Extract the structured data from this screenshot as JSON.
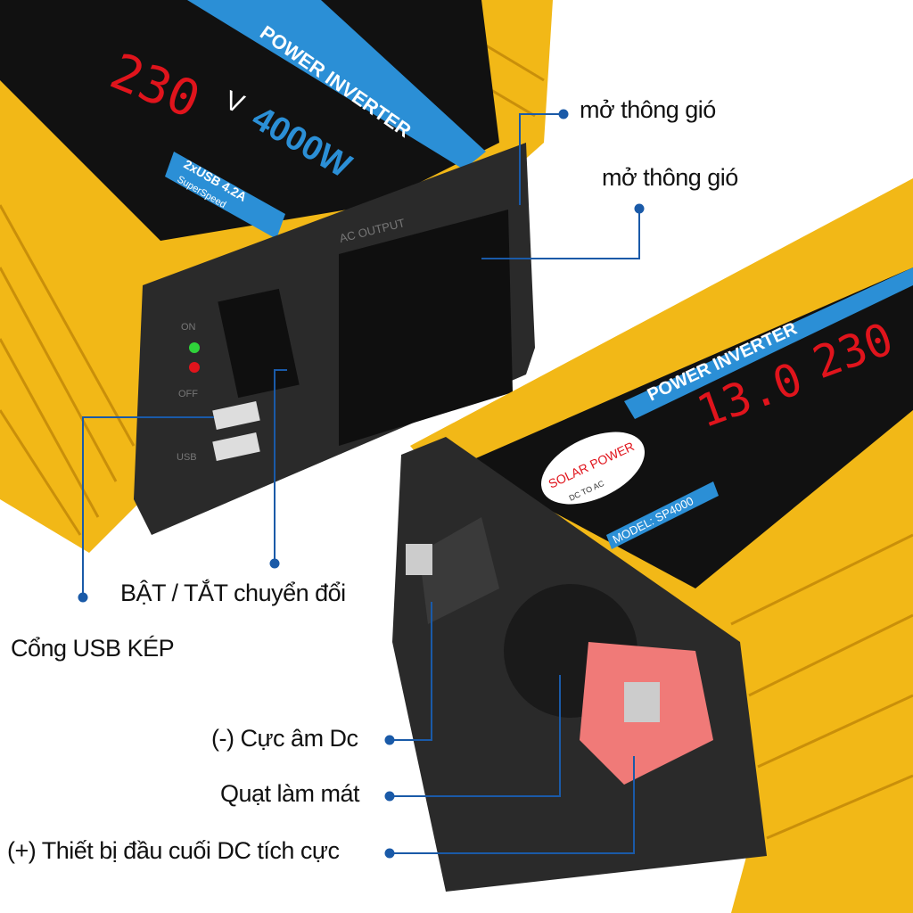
{
  "device": {
    "display_voltage_in": "13.0",
    "display_voltage_out": "230",
    "unit": "V",
    "power_rating": "4000W",
    "banner": "POWER INVERTER",
    "usb_badge": "2xUSB 4.2A",
    "usb_sub": "SuperSpeed",
    "ac_output": "AC OUTPUT",
    "switch_on": "ON",
    "switch_off": "OFF",
    "usb_label": "USB",
    "brand": "SOLAR POWER",
    "brand_sub": "DC TO AC",
    "model": "MODEL: SP4000"
  },
  "colors": {
    "body": "#f2b817",
    "panel": "#1c1c1c",
    "accent": "#1a5aa8",
    "display": "#e0141c",
    "dc_positive": "#f07a78"
  },
  "annotations": [
    {
      "id": "vent-1",
      "text": "mở thông gió"
    },
    {
      "id": "vent-2",
      "text": "mở thông gió"
    },
    {
      "id": "power-switch",
      "text": "BẬT / TẮT chuyển đổi"
    },
    {
      "id": "usb-ports",
      "text": "Cổng USB KÉP"
    },
    {
      "id": "dc-negative",
      "text": "(-) Cực âm Dc"
    },
    {
      "id": "cooling-fan",
      "text": "Quạt làm mát"
    },
    {
      "id": "dc-positive",
      "text": "(+) Thiết bị đầu cuối DC tích cực"
    }
  ]
}
